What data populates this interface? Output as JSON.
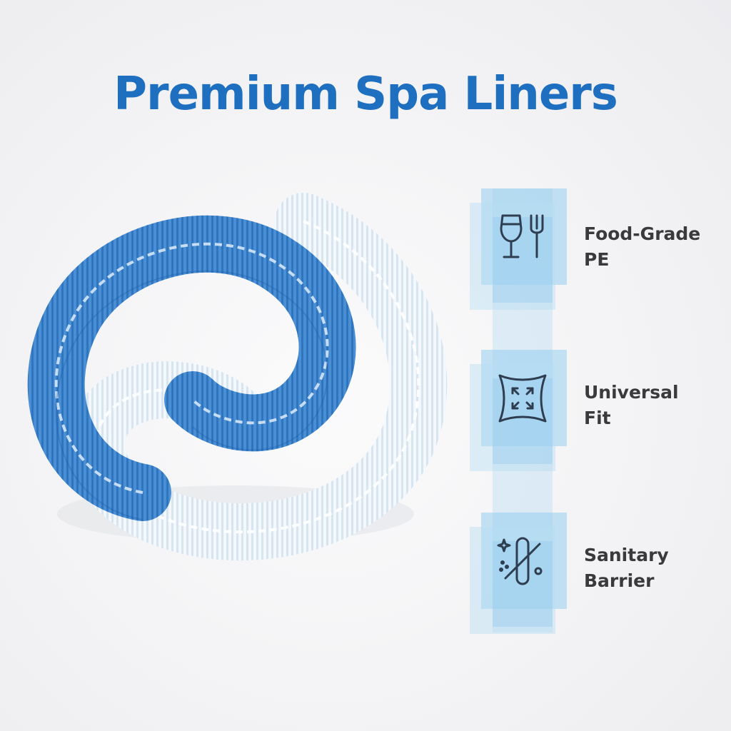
{
  "title": "Premium Spa Liners",
  "colors": {
    "title": "#1f6fc0",
    "liner_blue": "#3d86cf",
    "liner_clear": "#e8f1f8",
    "feature_box": "#a9d4ef",
    "label": "#3a3a3c",
    "icon_stroke": "#2e3e50"
  },
  "product_image": {
    "icon": "spa-liners-photo"
  },
  "features": [
    {
      "icon": "glass-fork-icon",
      "line1": "Food-Grade",
      "line2": "PE"
    },
    {
      "icon": "stretch-arrows-icon",
      "line1": "Universal",
      "line2": "Fit"
    },
    {
      "icon": "no-germs-icon",
      "line1": "Sanitary",
      "line2": "Barrier"
    }
  ]
}
